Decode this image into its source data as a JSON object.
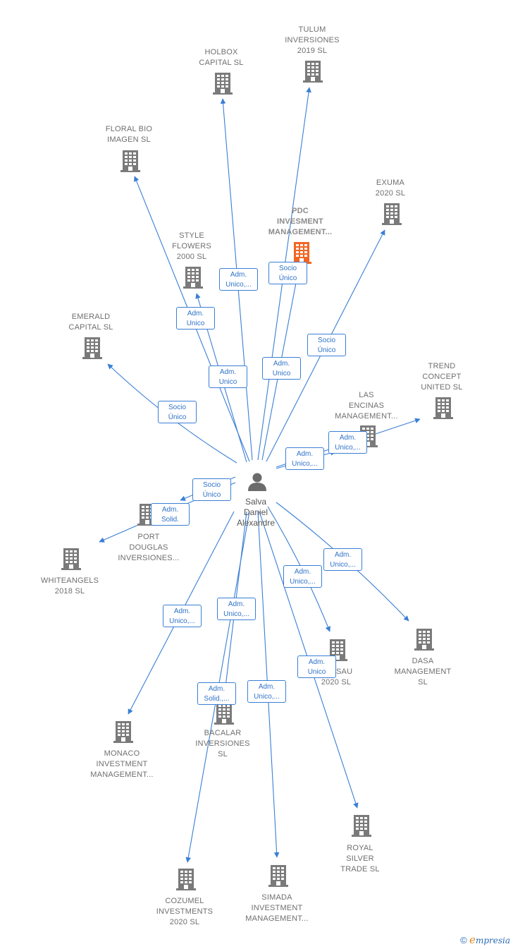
{
  "colors": {
    "edge": "#3a7fd5",
    "building": "#7a7a7a",
    "highlight": "#f26522",
    "person": "#6b6b6b"
  },
  "person": {
    "label": "Salva\nDaniel\nAlexandre",
    "icon": "person-icon"
  },
  "nodes": [
    {
      "id": "holbox",
      "label": "HOLBOX\nCAPITAL  SL",
      "icon": "building-icon"
    },
    {
      "id": "tulum",
      "label": "TULUM\nINVERSIONES\n2019  SL",
      "icon": "building-icon"
    },
    {
      "id": "floral",
      "label": "FLORAL BIO\nIMAGEN  SL",
      "icon": "building-icon"
    },
    {
      "id": "pdc",
      "label": "PDC\nINVESMENT\nMANAGEMENT...",
      "icon": "building-icon",
      "highlight": true
    },
    {
      "id": "exuma",
      "label": "EXUMA\n2020  SL",
      "icon": "building-icon"
    },
    {
      "id": "style",
      "label": "STYLE\nFLOWERS\n2000  SL",
      "icon": "building-icon"
    },
    {
      "id": "emerald",
      "label": "EMERALD\nCAPITAL  SL",
      "icon": "building-icon"
    },
    {
      "id": "trend",
      "label": "TREND\nCONCEPT\nUNITED  SL",
      "icon": "building-icon"
    },
    {
      "id": "encinas",
      "label": "LAS\nENCINAS\nMANAGEMENT...",
      "icon": "building-icon"
    },
    {
      "id": "port",
      "label": "PORT\nDOUGLAS\nINVERSIONES...",
      "icon": "building-icon"
    },
    {
      "id": "whiteangels",
      "label": "WHITEANGELS\n2018  SL",
      "icon": "building-icon"
    },
    {
      "id": "nassau",
      "label": "NASSAU\n2020  SL",
      "icon": "building-icon"
    },
    {
      "id": "dasa",
      "label": "DASA\nMANAGEMENT\nSL",
      "icon": "building-icon"
    },
    {
      "id": "monaco",
      "label": "MONACO\nINVESTMENT\nMANAGEMENT...",
      "icon": "building-icon"
    },
    {
      "id": "bacalar",
      "label": "BACALAR\nINVERSIONES\nSL",
      "icon": "building-icon"
    },
    {
      "id": "royal",
      "label": "ROYAL\nSILVER\nTRADE  SL",
      "icon": "building-icon"
    },
    {
      "id": "cozumel",
      "label": "COZUMEL\nINVESTMENTS\n2020  SL",
      "icon": "building-icon"
    },
    {
      "id": "simada",
      "label": "SIMADA\nINVESTMENT\nMANAGEMENT...",
      "icon": "building-icon"
    }
  ],
  "edges": [
    {
      "to": "holbox",
      "label": "Adm.\nUnico,..."
    },
    {
      "to": "tulum",
      "label": "Adm.\nUnico"
    },
    {
      "to": "pdc",
      "label": "Socio\nÚnico"
    },
    {
      "to": "floral",
      "label": "Adm.\nUnico"
    },
    {
      "to": "style",
      "label": "Adm.\nUnico"
    },
    {
      "to": "exuma",
      "label": "Socio\nÚnico"
    },
    {
      "to": "emerald",
      "label": "Socio\nÚnico"
    },
    {
      "to": "trend",
      "label": "Adm.\nUnico,..."
    },
    {
      "to": "encinas",
      "label": "Adm.\nUnico,..."
    },
    {
      "to": "port",
      "label": "Socio\nÚnico"
    },
    {
      "to": "whiteangels",
      "label": "Adm.\nSolid."
    },
    {
      "to": "dasa",
      "label": "Adm.\nUnico,..."
    },
    {
      "to": "nassau",
      "label": "Adm.\nUnico,..."
    },
    {
      "to": "monaco",
      "label": "Adm.\nUnico,..."
    },
    {
      "to": "bacalar",
      "label": "Adm.\nUnico,..."
    },
    {
      "to": "royal",
      "label": "Adm.\nUnico"
    },
    {
      "to": "cozumel",
      "label": "Adm.\nSolid.,..."
    },
    {
      "to": "simada",
      "label": "Adm.\nUnico,..."
    }
  ],
  "brand": {
    "copyright": "©",
    "e": "e",
    "rest": "mpresia"
  }
}
